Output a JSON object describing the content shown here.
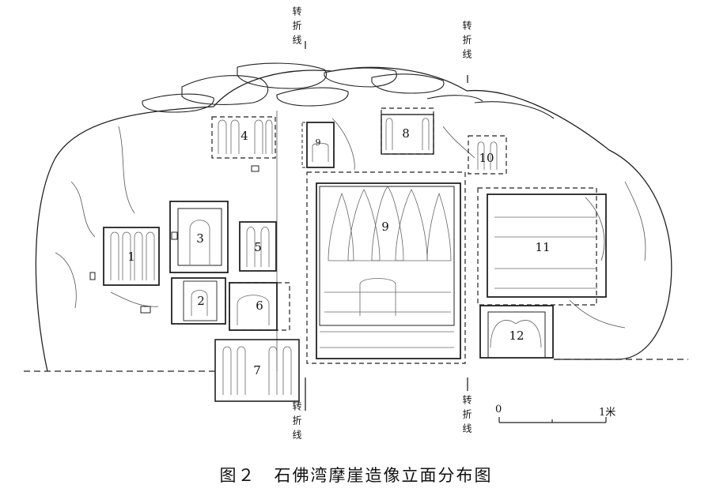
{
  "figure": {
    "caption": "图２　石佛湾摩崖造像立面分布图",
    "fold_line_label": "转折线",
    "niche_labels": [
      "1",
      "2",
      "3",
      "4",
      "5",
      "6",
      "7",
      "8",
      "9",
      "10",
      "11",
      "12"
    ],
    "scale_bar": {
      "start_label": "0",
      "end_label": "1米"
    }
  },
  "colors": {
    "line": "#222222",
    "background": "#ffffff"
  }
}
